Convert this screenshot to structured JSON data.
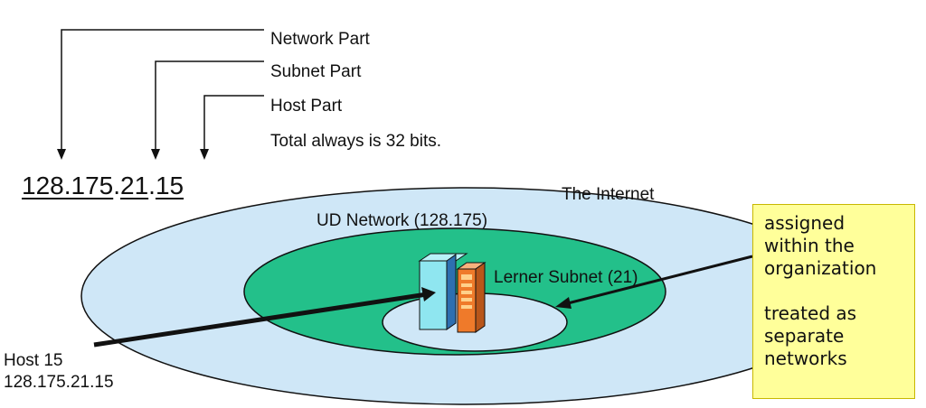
{
  "labels": {
    "network_part": "Network Part",
    "subnet_part": "Subnet Part",
    "host_part": "Host Part",
    "total_bits": "Total always is 32 bits."
  },
  "ip_address": {
    "network": "128.175",
    "subnet": "21",
    "host": "15",
    "dot": "."
  },
  "regions": {
    "internet": "The Internet",
    "ud_network": "UD Network (128.175)",
    "lerner_subnet": "Lerner Subnet (21)"
  },
  "host": {
    "name": "Host 15",
    "address": "128.175.21.15"
  },
  "note": {
    "line1": "assigned",
    "line2": "within the",
    "line3": "organization",
    "line4": "treated as",
    "line5": "separate",
    "line6": "networks"
  },
  "colors": {
    "internet_fill": "#cfe7f7",
    "network_fill": "#23c08a",
    "subnet_fill": "#cfe7f7",
    "server_front": "#8fe6f0",
    "server_side": "#2d6fb0",
    "server_orange": "#ef7a2a",
    "note_fill": "#ffff9a"
  },
  "icons": {
    "server": "server-tower-icon"
  }
}
